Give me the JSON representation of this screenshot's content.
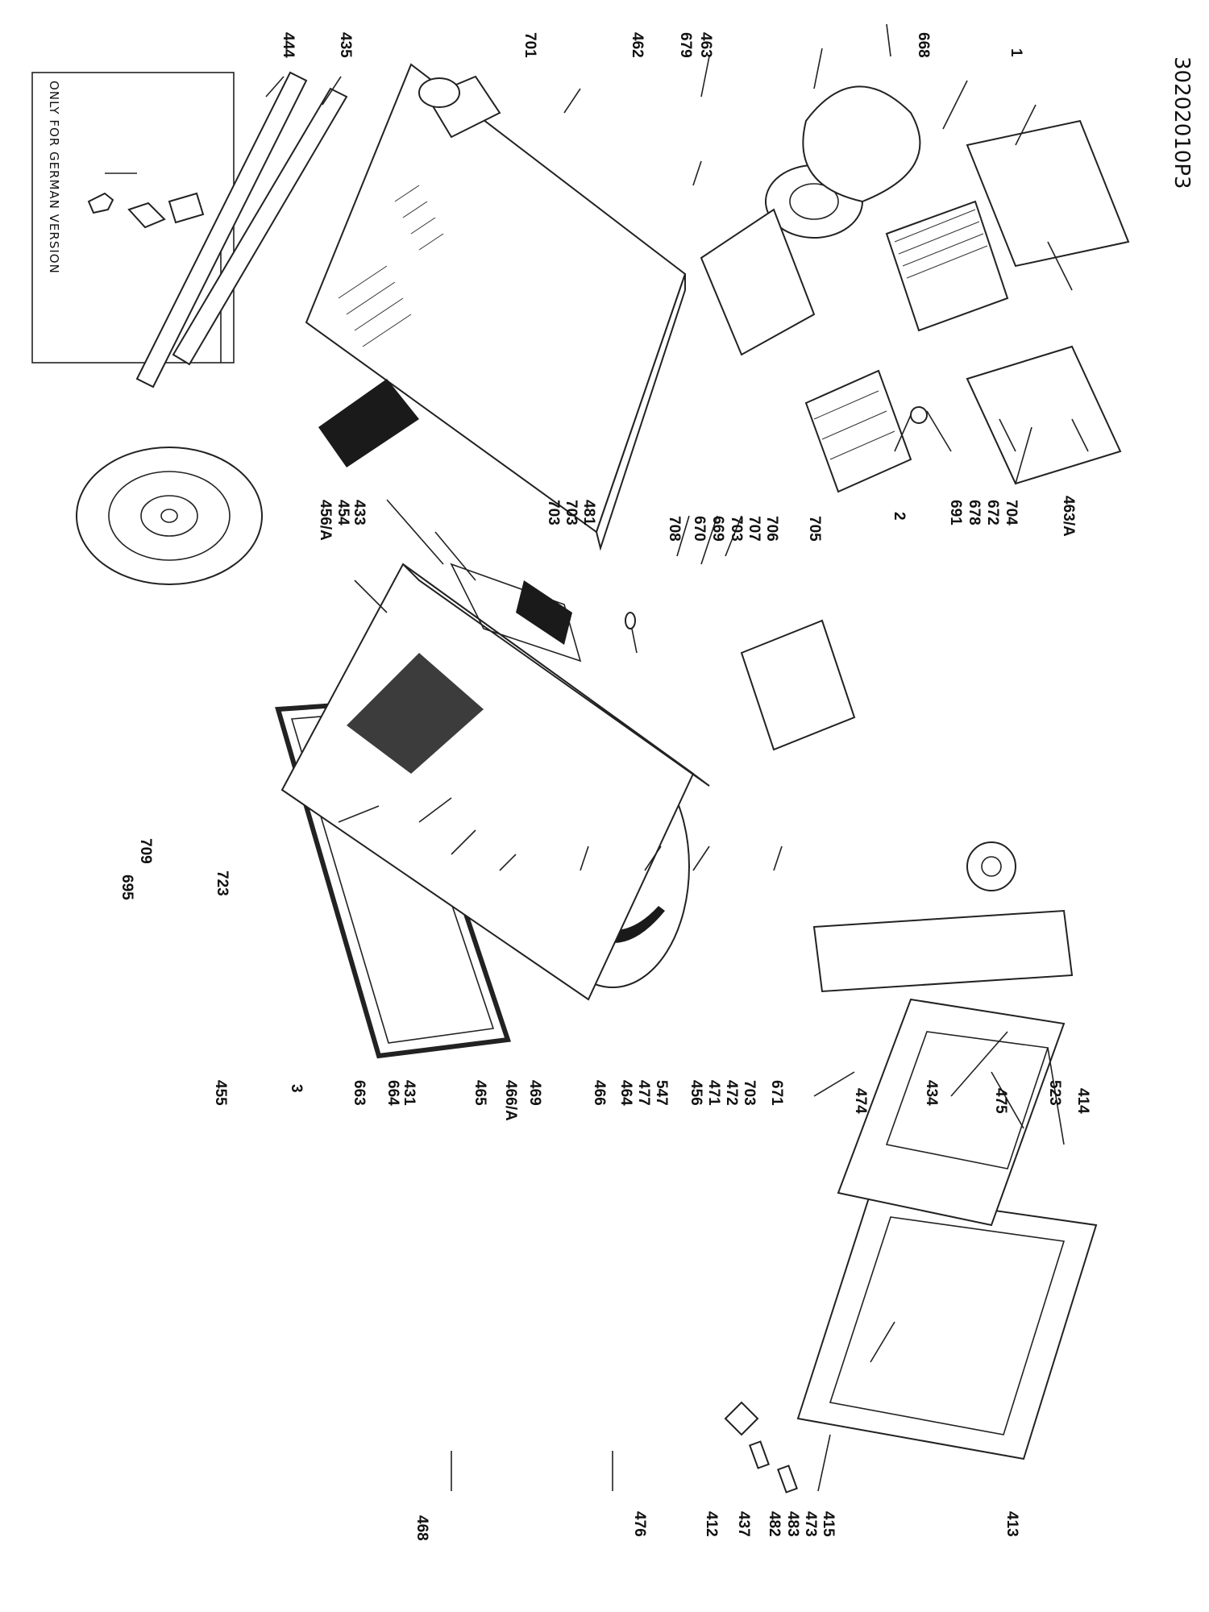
{
  "document_code": "30202010P3",
  "note": "ONLY FOR GERMAN VERSION",
  "labels": {
    "p444": "444",
    "p435": "435",
    "p701": "701",
    "p462": "462",
    "p679": "679",
    "p463": "463",
    "p668": "668",
    "p1": "1",
    "p456a": "456/A",
    "p454": "454",
    "p433": "433",
    "p703a": "703",
    "p703b": "703",
    "p481": "481",
    "p708": "708",
    "p670": "670",
    "p669": "669",
    "p703c": "703",
    "p707": "707",
    "p706": "706",
    "p705": "705",
    "p2": "2",
    "p691": "691",
    "p678": "678",
    "p672": "672",
    "p704": "704",
    "p463a": "463/A",
    "p695": "695",
    "p709": "709",
    "p723": "723",
    "p455": "455",
    "p3": "3",
    "p663": "663",
    "p664": "664",
    "p431": "431",
    "p465": "465",
    "p466a": "466/A",
    "p469": "469",
    "p466": "466",
    "p464": "464",
    "p477": "477",
    "p547": "547",
    "p456": "456",
    "p471": "471",
    "p472": "472",
    "p703d": "703",
    "p671": "671",
    "p474": "474",
    "p434": "434",
    "p475": "475",
    "p523": "523",
    "p414": "414",
    "p468": "468",
    "p476": "476",
    "p412": "412",
    "p437": "437",
    "p482": "482",
    "p483": "483",
    "p473": "473",
    "p415": "415",
    "p413": "413"
  }
}
